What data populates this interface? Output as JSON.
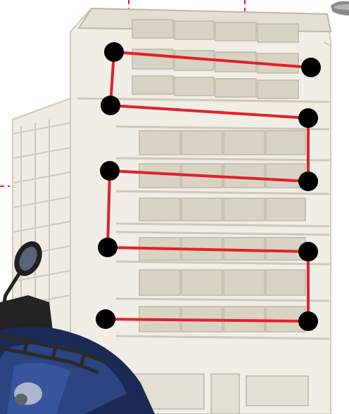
{
  "colors": {
    "background": "#ffffff",
    "building_fill": "#ece8de",
    "building_line": "#cfc8b8",
    "building_window": "#d9d3c5",
    "building_window_line": "#bfb7a6",
    "route_line": "#e0222a",
    "dashed_marker": "#e0222a",
    "node_fill": "#000000",
    "atv_body": "#1a2a55",
    "atv_rack": "#2a2a2a"
  },
  "diagram": {
    "subject": "building-facade-illustration",
    "overlay": "route-path",
    "node_count": 10,
    "edge_count": 9,
    "nodes": [
      {
        "id": "n1"
      },
      {
        "id": "n2"
      },
      {
        "id": "n3"
      },
      {
        "id": "n4"
      },
      {
        "id": "n5"
      },
      {
        "id": "n6"
      },
      {
        "id": "n7"
      },
      {
        "id": "n8"
      },
      {
        "id": "n9"
      },
      {
        "id": "n10"
      }
    ],
    "edges": [
      [
        "n1",
        "n2"
      ],
      [
        "n1",
        "n3"
      ],
      [
        "n3",
        "n4"
      ],
      [
        "n4",
        "n5"
      ],
      [
        "n5",
        "n6"
      ],
      [
        "n6",
        "n7"
      ],
      [
        "n7",
        "n8"
      ],
      [
        "n8",
        "n9"
      ],
      [
        "n9",
        "n10"
      ]
    ],
    "decorations": [
      "atv-vehicle",
      "rearview-mirror",
      "dashed-guide-lines",
      "partial-icon"
    ]
  }
}
